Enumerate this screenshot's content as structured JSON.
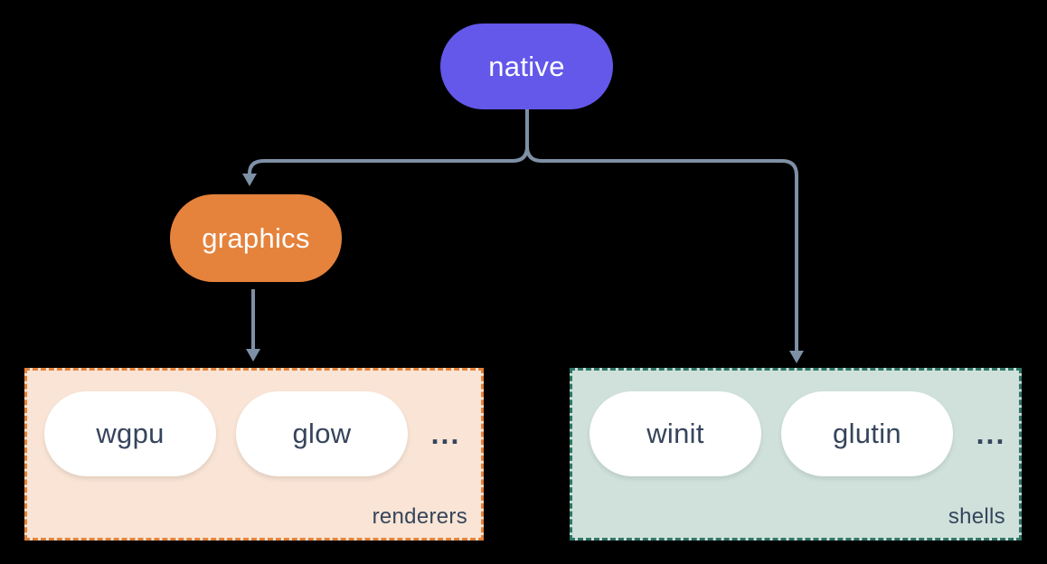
{
  "colors": {
    "bg": "#000000",
    "native": "#6358ea",
    "orange": "#e5823b",
    "renderers-bg": "#f9e4d5",
    "shells-bg": "#cfe1da",
    "shells-border": "#2f7567",
    "line": "#7e90a5",
    "dark-text": "#36455c",
    "pill-bg": "#ffffff"
  },
  "diagram": {
    "root": {
      "label": "native"
    },
    "branch": {
      "label": "graphics"
    },
    "groups": [
      {
        "label": "renderers",
        "pills": [
          "wgpu",
          "glow"
        ],
        "more": "..."
      },
      {
        "label": "shells",
        "pills": [
          "winit",
          "glutin"
        ],
        "more": "..."
      }
    ]
  }
}
